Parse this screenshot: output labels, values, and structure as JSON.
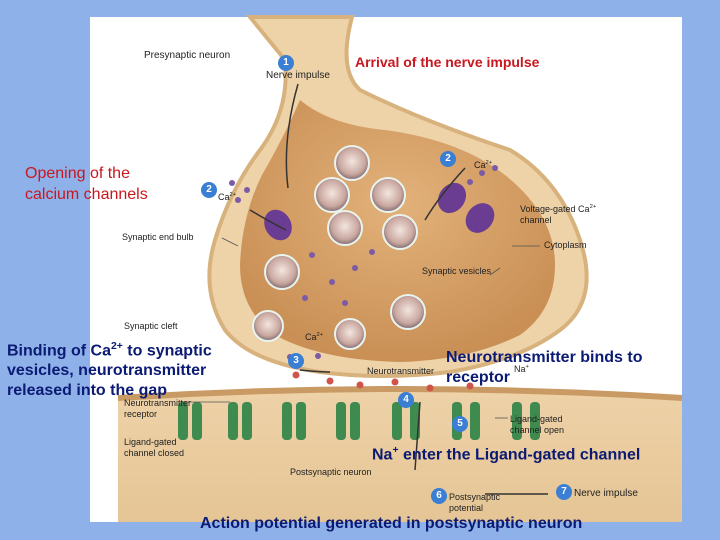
{
  "captions": {
    "arrival": "Arrival of the nerve impulse",
    "opening_line1": "Opening of the",
    "opening_line2": "calcium channels",
    "binding_line1_a": "Binding of Ca",
    "binding_line1_sup": "2+",
    "binding_line1_b": " to  synaptic",
    "binding_line2": "vesicles, neurotransmitter",
    "binding_line3": "released into the gap",
    "binds_line1": "Neurotransmitter binds to",
    "binds_line2": "receptor",
    "na_enter_a": "Na",
    "na_enter_sup": "+",
    "na_enter_b": " enter the Ligand-gated channel",
    "action": "Action potential generated in postsynaptic neuron"
  },
  "labels": {
    "presynaptic_neuron": "Presynaptic neuron",
    "nerve_impulse_top": "Nerve impulse",
    "ca_top": "Ca",
    "ca_top_sup": "2+",
    "ca_left": "Ca",
    "ca_left_sup": "2+",
    "voltage_gated_1": "Voltage-gated Ca",
    "voltage_gated_sup": "2+",
    "voltage_gated_2": "channel",
    "cytoplasm": "Cytoplasm",
    "synaptic_end_bulb": "Synaptic end bulb",
    "synaptic_vesicles": "Synaptic vesicles",
    "synaptic_cleft": "Synaptic cleft",
    "ca_cleft": "Ca",
    "ca_cleft_sup": "2+",
    "neurotransmitter": "Neurotransmitter",
    "na_label": "Na",
    "na_label_sup": "+",
    "nt_receptor_1": "Neurotransmitter",
    "nt_receptor_2": "receptor",
    "ligand_closed_1": "Ligand-gated",
    "ligand_closed_2": "channel closed",
    "ligand_open_1": "Ligand-gated",
    "ligand_open_2": "channel open",
    "postsynaptic_neuron": "Postsynaptic neuron",
    "postsynaptic_potential_1": "Postsynaptic",
    "postsynaptic_potential_2": "potential",
    "nerve_impulse_bottom": "Nerve impulse"
  },
  "steps": [
    "1",
    "2",
    "2",
    "3",
    "4",
    "5",
    "6",
    "7"
  ],
  "colors": {
    "background": "#8fb1ea",
    "caption_red": "#c8171f",
    "caption_blue": "#0b1a73",
    "neuron_tan": "#e8c28e",
    "cytoplasm": "#d9a56b",
    "channel_purple": "#6a3d92",
    "receptor_green": "#3f8a4e",
    "step_blue": "#3a7fd3"
  }
}
